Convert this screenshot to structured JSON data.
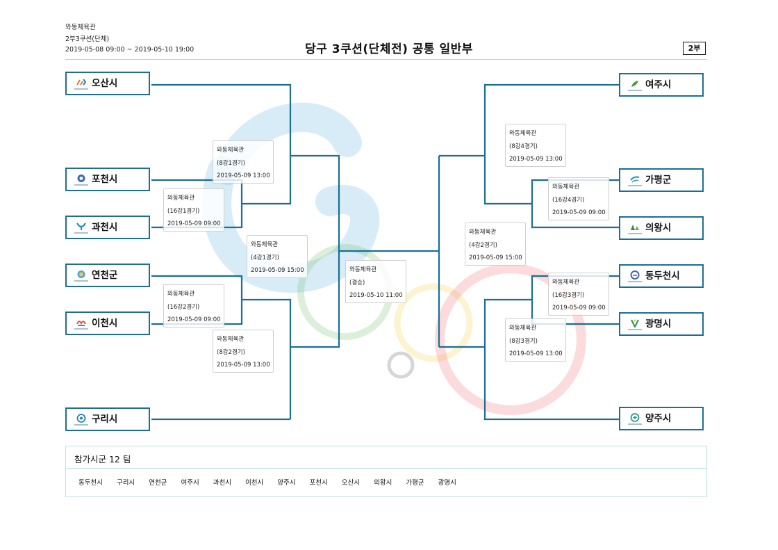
{
  "header": {
    "venue": "와동체육관",
    "event": "2부3쿠션(단체)",
    "period": "2019-05-08 09:00 ~ 2019-05-10 19:00",
    "title": "당구 3쿠션(단체전) 공통 일반부",
    "division": "2부"
  },
  "teams": [
    {
      "name": "오산시"
    },
    {
      "name": "포천시"
    },
    {
      "name": "과천시"
    },
    {
      "name": "연천군"
    },
    {
      "name": "이천시"
    },
    {
      "name": "구리시"
    },
    {
      "name": "여주시"
    },
    {
      "name": "가평군"
    },
    {
      "name": "의왕시"
    },
    {
      "name": "동두천시"
    },
    {
      "name": "광명시"
    },
    {
      "name": "양주시"
    }
  ],
  "matches": [
    {
      "venue": "와동체육관",
      "round": "(8강1경기)",
      "time": "2019-05-09 13:00"
    },
    {
      "venue": "와동체육관",
      "round": "(16강1경기)",
      "time": "2019-05-09 09:00"
    },
    {
      "venue": "와동체육관",
      "round": "(4강1경기)",
      "time": "2019-05-09 15:00"
    },
    {
      "venue": "와동체육관",
      "round": "(16강2경기)",
      "time": "2019-05-09 09:00"
    },
    {
      "venue": "와동체육관",
      "round": "(8강2경기)",
      "time": "2019-05-09 13:00"
    },
    {
      "venue": "와동체육관",
      "round": "(결승)",
      "time": "2019-05-10 11:00"
    },
    {
      "venue": "와동체육관",
      "round": "(8강4경기)",
      "time": "2019-05-09 13:00"
    },
    {
      "venue": "와동체육관",
      "round": "(16강4경기)",
      "time": "2019-05-09 09:00"
    },
    {
      "venue": "와동체육관",
      "round": "(4강2경기)",
      "time": "2019-05-09 15:00"
    },
    {
      "venue": "와동체육관",
      "round": "(16강3경기)",
      "time": "2019-05-09 09:00"
    },
    {
      "venue": "와동체육관",
      "round": "(8강3경기)",
      "time": "2019-05-09 13:00"
    }
  ],
  "participants": {
    "title": "참가시군 12 팀",
    "list": [
      "동두천시",
      "구리시",
      "연천군",
      "여주시",
      "과천시",
      "이천시",
      "양주시",
      "포천시",
      "오산시",
      "의왕시",
      "가평군",
      "광명시"
    ]
  },
  "colors": {
    "bracket_line": "#1b6e94",
    "team_border": "#1b6e94",
    "panel_border": "#bfe0e6"
  }
}
